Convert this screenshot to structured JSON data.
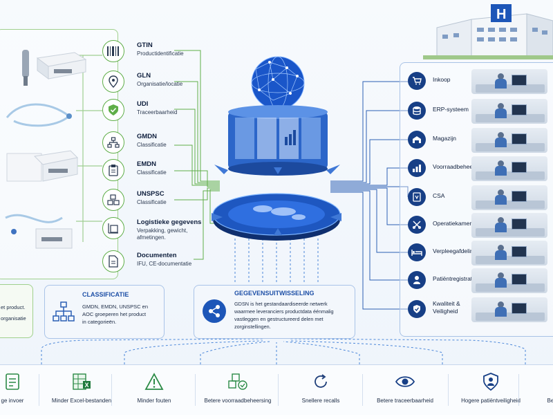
{
  "standards": [
    {
      "title": "GTIN",
      "sub": "Productidentificatie",
      "icon": "barcode-icon"
    },
    {
      "title": "GLN",
      "sub": "Organisatie/locatie",
      "icon": "location-pin-icon"
    },
    {
      "title": "UDI",
      "sub": "Traceerbaarheid",
      "icon": "shield-check-icon"
    },
    {
      "title": "GMDN",
      "sub": "Classificatie",
      "icon": "hierarchy-icon"
    },
    {
      "title": "EMDN",
      "sub": "Classificatie",
      "icon": "clipboard-icon"
    },
    {
      "title": "UNSPSC",
      "sub": "Classificatie",
      "icon": "cubes-icon"
    },
    {
      "title": "Logistieke gegevens",
      "sub": "Verpakking, gewicht,",
      "sub2": "afmetingen.",
      "icon": "ruler-box-icon"
    },
    {
      "title": "Documenten",
      "sub": "IFU, CE-documentatie",
      "icon": "document-icon"
    }
  ],
  "departments": [
    {
      "label": "Inkoop",
      "icon": "cart-icon"
    },
    {
      "label": "ERP-systeem",
      "icon": "database-icon"
    },
    {
      "label": "Magazijn",
      "icon": "warehouse-icon"
    },
    {
      "label": "Voorraadbeheer",
      "icon": "bar-chart-icon"
    },
    {
      "label": "CSA",
      "icon": "sterilizer-icon"
    },
    {
      "label": "Operatiekamer",
      "icon": "surgical-tools-icon"
    },
    {
      "label": "Verpleegafdeling",
      "icon": "bed-icon"
    },
    {
      "label": "Patiëntregistratie",
      "icon": "patient-icon"
    },
    {
      "label": "Kwaliteit &",
      "label2": "Veiligheid",
      "icon": "shield-check-icon"
    }
  ],
  "left_box": {
    "line1": "et product.",
    "line2": "organisatie"
  },
  "classificatie": {
    "title": "CLASSIFICATIE",
    "text1": "GMDN, EMDN, UNSPSC en",
    "text2": "AOC groeperen het product",
    "text3": "in categorieën."
  },
  "gegevensuitwisseling": {
    "title": "GEGEVENSUITWISSELING",
    "text1": "GDSN is het gestandaardiseerde netwerk",
    "text2": "waarmee leveranciers productdata éénmalig",
    "text3": "vastleggen en gestructureerd delen met",
    "text4": "zorginstellingen."
  },
  "benefits": [
    {
      "label": "ge invoer",
      "icon": "checklist-icon"
    },
    {
      "label": "Minder Excel-bestanden",
      "icon": "excel-icon"
    },
    {
      "label": "Minder fouten",
      "icon": "warning-icon"
    },
    {
      "label": "Betere voorraadbeheersing",
      "icon": "boxes-check-icon"
    },
    {
      "label": "Snellere recalls",
      "icon": "refresh-icon"
    },
    {
      "label": "Betere traceerbaarheid",
      "icon": "eye-icon"
    },
    {
      "label": "Hogere patiëntveiligheid",
      "icon": "patient-shield-icon"
    },
    {
      "label": "Betrouwbar",
      "icon": "database-icon"
    }
  ],
  "colors": {
    "green": "#5fae48",
    "navy": "#173f86",
    "blue": "#2c6fd6"
  }
}
